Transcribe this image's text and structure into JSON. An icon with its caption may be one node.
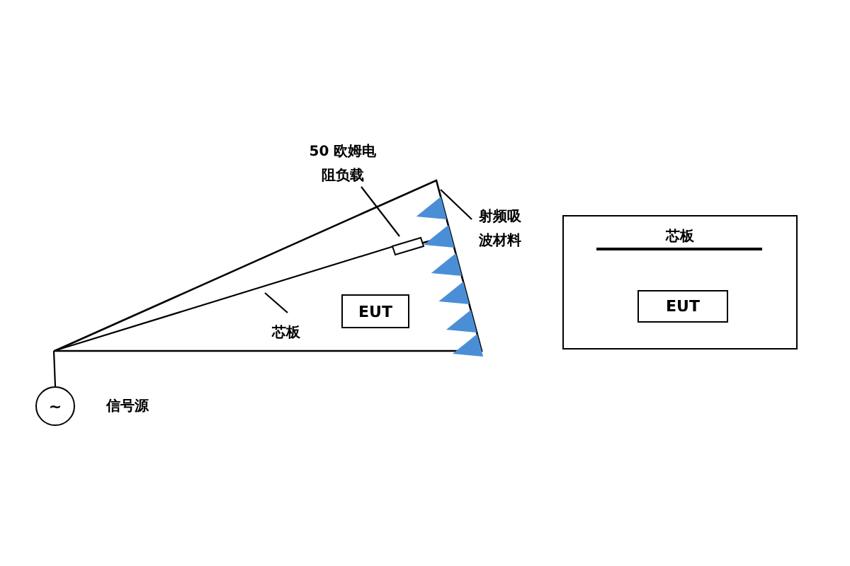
{
  "diagram": {
    "nodes": [
      {
        "text": [
          "~"
        ],
        "beside": [
          "信号源"
        ]
      },
      {
        "text": [],
        "shape": "triangle"
      },
      {
        "text": [
          "EUT"
        ],
        "in": 1
      },
      {
        "text": [],
        "shape": "box",
        "in": 1
      },
      {
        "text": [
          "50 欧姆电阻负载"
        ]
      },
      {
        "text": [
          "射频吸波材料"
        ]
      },
      {
        "text": [
          "芯板"
        ],
        "in": 1
      },
      {
        "text": [
          "芯板"
        ]
      },
      {
        "text": [
          "EUT"
        ],
        "in": 7
      }
    ],
    "edges": [
      {
        "from": 0,
        "to": 1,
        "arrow": "none"
      },
      {
        "from": 4,
        "to": 3,
        "arrow": "none"
      },
      {
        "from": 5,
        "to": 1,
        "arrow": "none"
      },
      {
        "from": 6,
        "to": 1,
        "arrow": "none"
      },
      {
        "from": 1,
        "to": 3,
        "arrow": "none"
      }
    ]
  }
}
